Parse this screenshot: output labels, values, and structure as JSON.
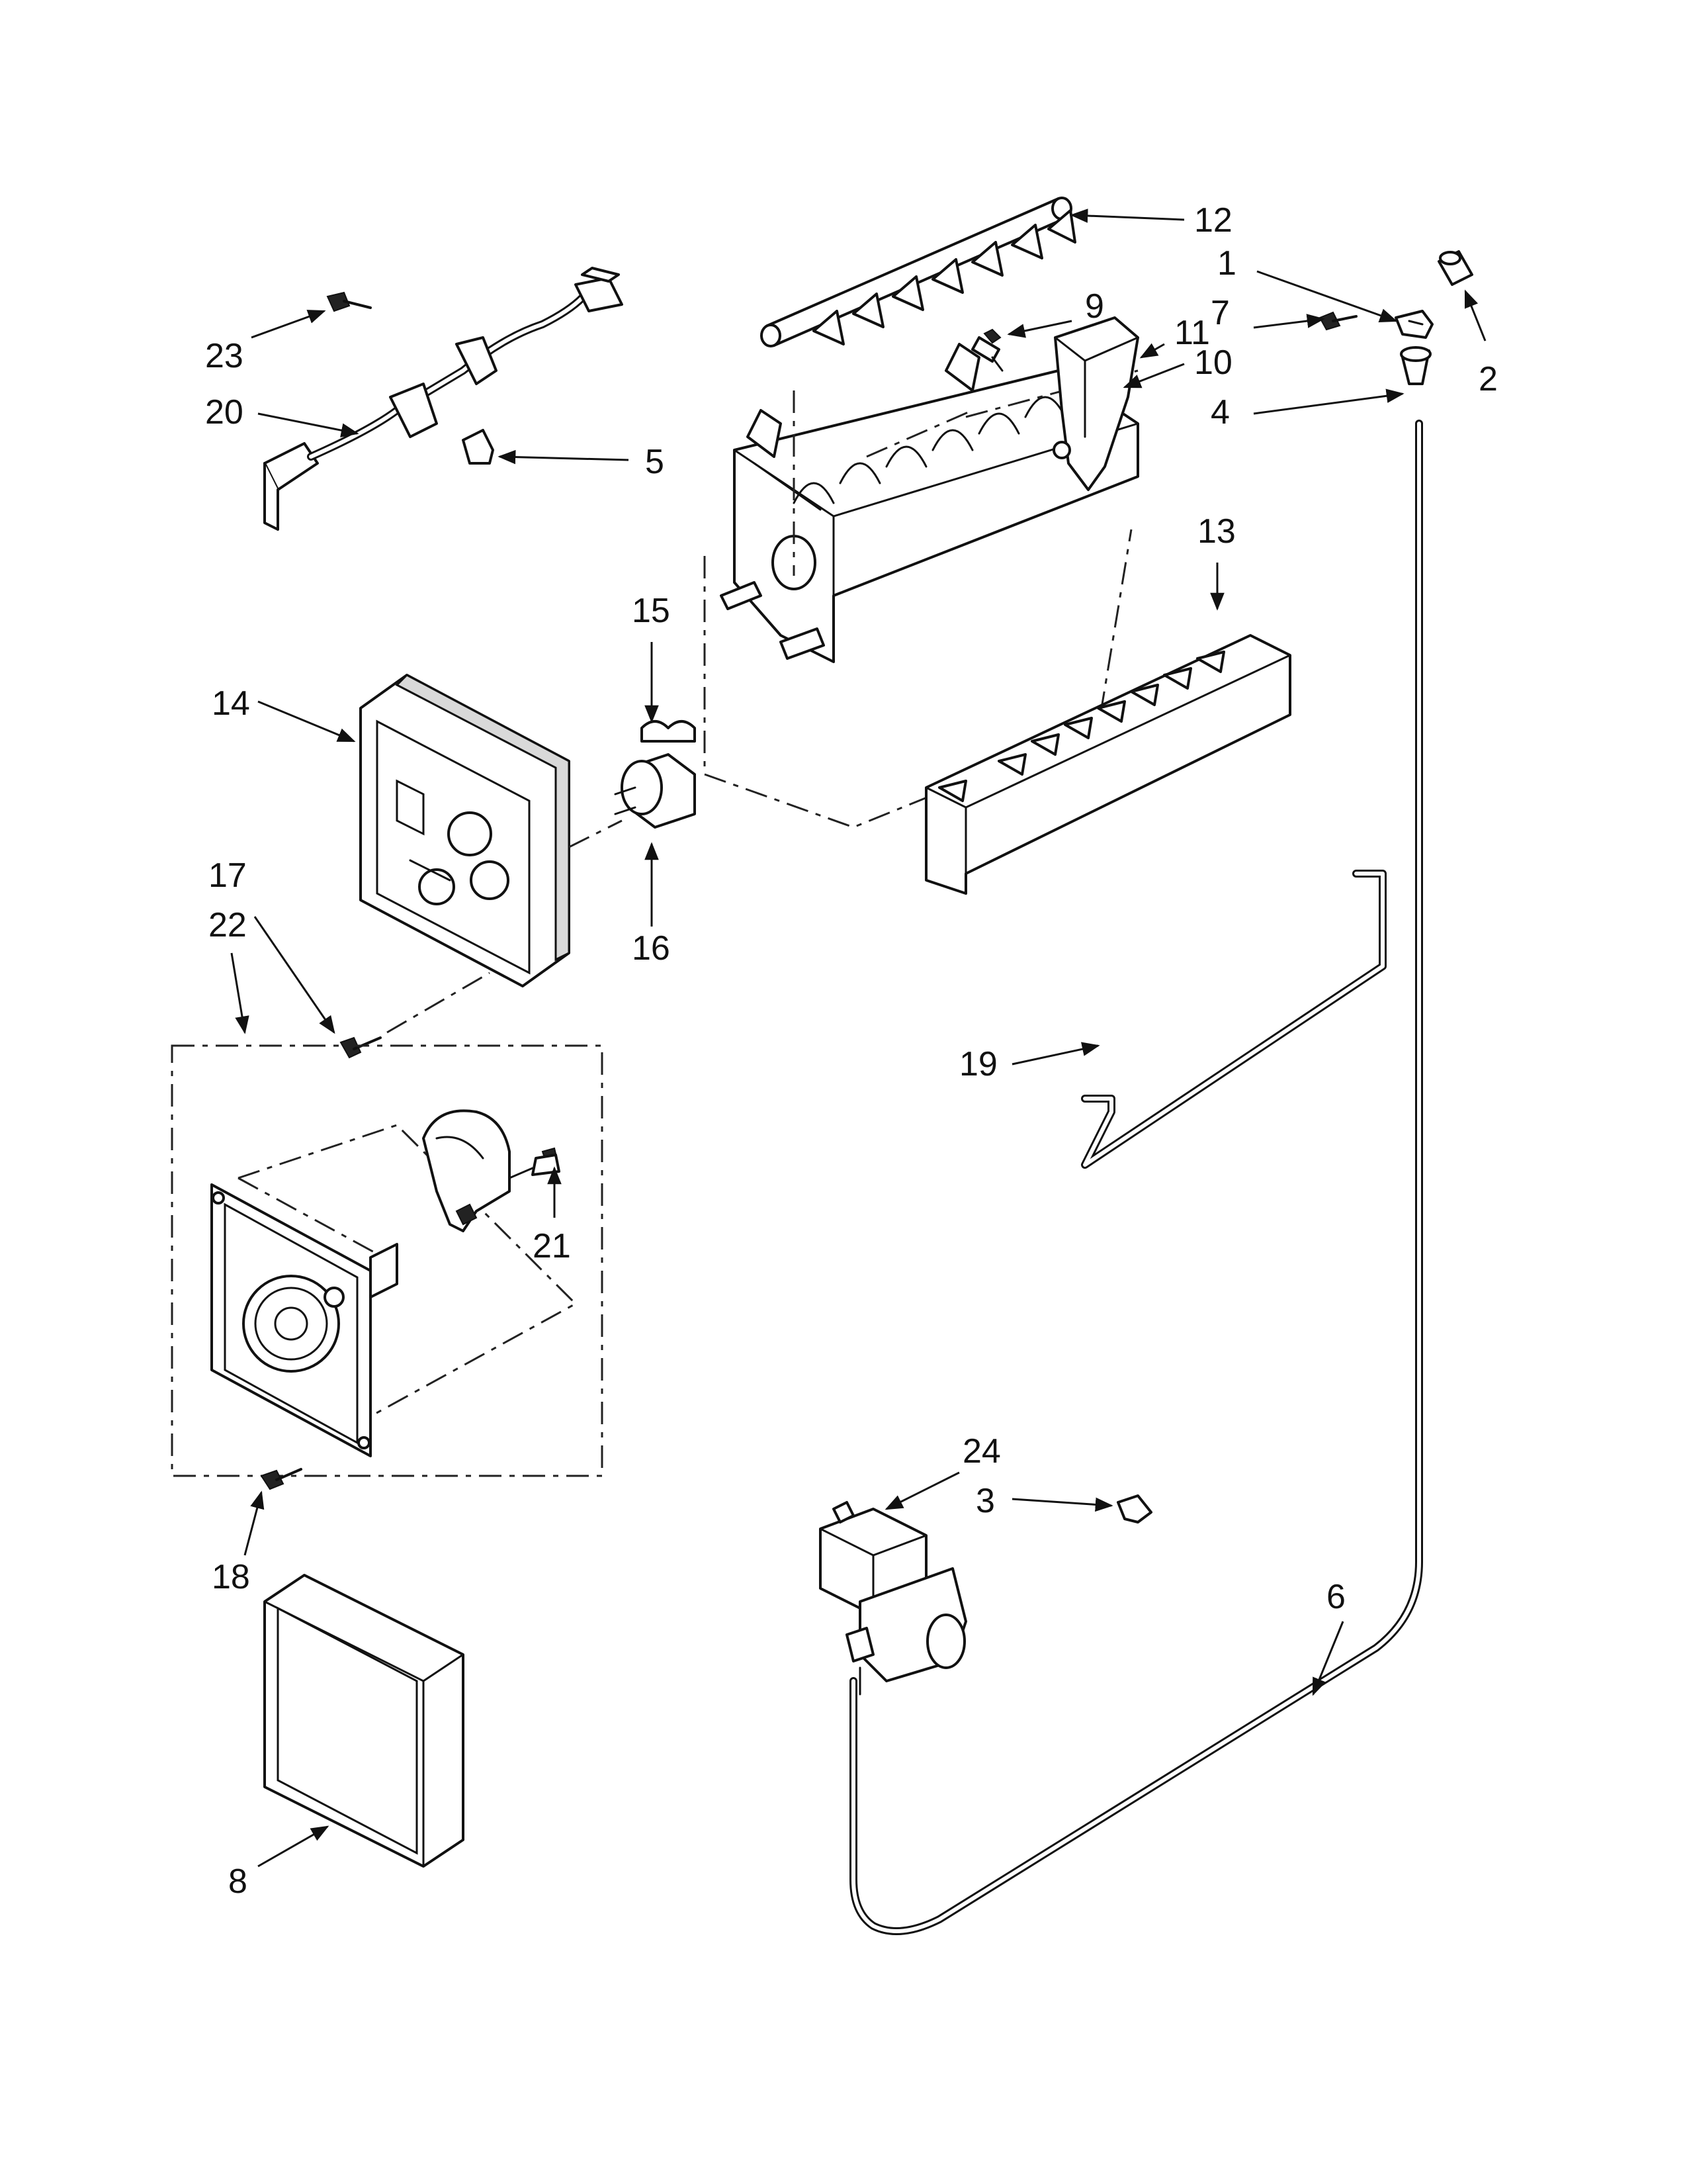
{
  "colors": {
    "line": "#111111",
    "background": "#ffffff",
    "shading": "#d9d9d9"
  },
  "callouts": [
    {
      "id": "c1",
      "text": "1"
    },
    {
      "id": "c2",
      "text": "2"
    },
    {
      "id": "c3",
      "text": "3"
    },
    {
      "id": "c4",
      "text": "4"
    },
    {
      "id": "c5",
      "text": "5"
    },
    {
      "id": "c6",
      "text": "6"
    },
    {
      "id": "c7",
      "text": "7"
    },
    {
      "id": "c8",
      "text": "8"
    },
    {
      "id": "c9",
      "text": "9"
    },
    {
      "id": "c10",
      "text": "10"
    },
    {
      "id": "c11",
      "text": "11"
    },
    {
      "id": "c12",
      "text": "12"
    },
    {
      "id": "c13",
      "text": "13"
    },
    {
      "id": "c14",
      "text": "14"
    },
    {
      "id": "c15",
      "text": "15"
    },
    {
      "id": "c16",
      "text": "16"
    },
    {
      "id": "c17",
      "text": "17"
    },
    {
      "id": "c18",
      "text": "18"
    },
    {
      "id": "c19",
      "text": "19"
    },
    {
      "id": "c20",
      "text": "20"
    },
    {
      "id": "c21",
      "text": "21"
    },
    {
      "id": "c22",
      "text": "22"
    },
    {
      "id": "c23",
      "text": "23"
    },
    {
      "id": "c24",
      "text": "24"
    }
  ]
}
